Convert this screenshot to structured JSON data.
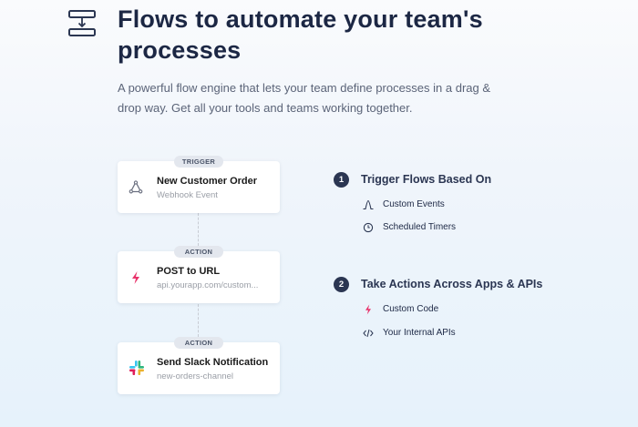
{
  "header": {
    "icon": "flow-icon",
    "title": "Flows to automate your team's processes",
    "subtitle": "A powerful flow engine that lets your team define processes in a drag & drop way. Get all your tools and teams working together."
  },
  "flow": {
    "cards": [
      {
        "badge": "TRIGGER",
        "icon": "webhook-icon",
        "name": "New Customer Order",
        "sub": "Webhook Event"
      },
      {
        "badge": "ACTION",
        "icon": "lightning-icon",
        "name": "POST to URL",
        "sub": "api.yourapp.com/custom..."
      },
      {
        "badge": "ACTION",
        "icon": "slack-icon",
        "name": "Send Slack Notification",
        "sub": "new-orders-channel"
      }
    ]
  },
  "steps": [
    {
      "number": "1",
      "title": "Trigger Flows Based On",
      "features": [
        {
          "icon": "event-wave-icon",
          "label": "Custom Events"
        },
        {
          "icon": "clock-icon",
          "label": "Scheduled Timers"
        }
      ]
    },
    {
      "number": "2",
      "title": "Take Actions Across Apps & APIs",
      "features": [
        {
          "icon": "lightning-icon",
          "label": "Custom Code"
        },
        {
          "icon": "code-icon",
          "label": "Your Internal APIs"
        }
      ]
    }
  ],
  "colors": {
    "navy": "#1c2744",
    "accent_pink": "#e8336b",
    "badge_bg": "#e3e7ee"
  }
}
